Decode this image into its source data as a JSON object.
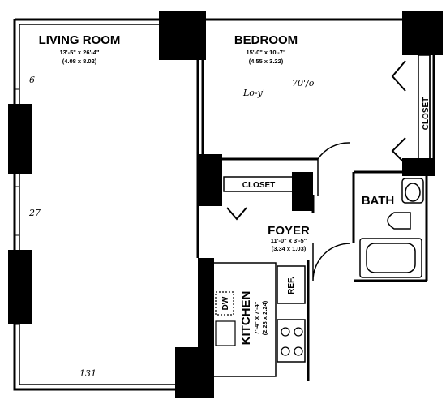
{
  "rooms": {
    "living": {
      "name": "LIVING ROOM",
      "dims": "13'-5\" x 26'-4\"",
      "metric": "(4.08 x 8.02)"
    },
    "bedroom": {
      "name": "BEDROOM",
      "dims": "15'-0\" x 10'-7\"",
      "metric": "(4.55 x 3.22)"
    },
    "foyer": {
      "name": "FOYER",
      "dims": "11'-0\" x 3'-5\"",
      "metric": "(3.34 x 1.03)"
    },
    "kitchen": {
      "name": "KITCHEN",
      "dims": "7'-4\" x 7'-4\"",
      "metric": "(2.23 x 2.24)"
    },
    "bath": {
      "name": "BATH"
    }
  },
  "labels": {
    "closet_right": "CLOSET",
    "closet_mid": "CLOSET",
    "dw": "DW",
    "ref": "REF."
  },
  "annotations": {
    "mark1": "6'",
    "mark2": "Lo-y'",
    "mark3": "70'/o",
    "mark4": "27",
    "mark5": "131"
  }
}
